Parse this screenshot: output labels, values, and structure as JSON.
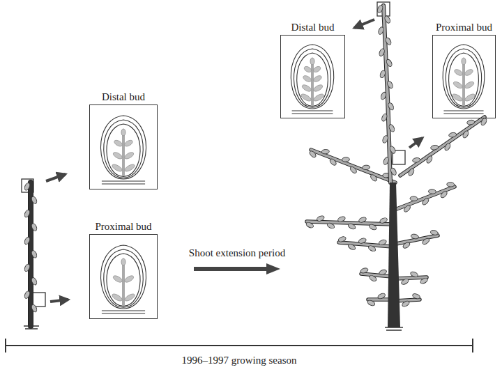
{
  "diagram": {
    "nodes": [
      {
        "text": [
          "Distal bud"
        ]
      },
      {
        "text": [
          "Proximal bud"
        ]
      },
      {
        "text": [
          "Distal bud"
        ]
      },
      {
        "text": [
          "Proximal bud"
        ]
      }
    ],
    "labels": [
      "Shoot extension period",
      "1996–1997 growing season"
    ]
  }
}
